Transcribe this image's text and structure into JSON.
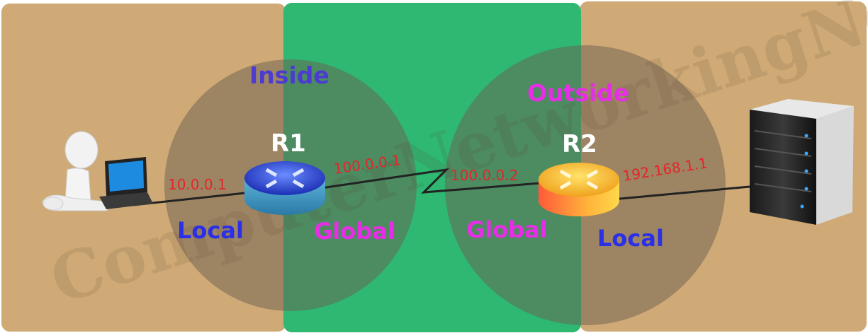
{
  "colors": {
    "tan": "#cfaa76",
    "green": "#2eb872",
    "circle": "#7a6d5e",
    "ip_red": "#e3262b",
    "local_blue": "#2b2fe6",
    "global_magenta": "#e62ee6",
    "inside_blue": "#4b3ccf",
    "outside_magenta": "#e62ee6"
  },
  "watermark": "ComputerNetworkingNotes.com",
  "zones": {
    "inside_label": "Inside",
    "outside_label": "Outside"
  },
  "routers": {
    "r1": {
      "name": "R1",
      "color": "blue"
    },
    "r2": {
      "name": "R2",
      "color": "yellow"
    }
  },
  "addresses": {
    "r1_inside": "10.0.0.1",
    "r1_outside": "100.0.0.1",
    "r2_outside": "100.0.0.2",
    "r2_inside": "192.168.1.1"
  },
  "sides": {
    "left_local": "Local",
    "left_global": "Global",
    "right_global": "Global",
    "right_local": "Local"
  },
  "devices": {
    "left": "user-with-laptop",
    "right": "server"
  }
}
